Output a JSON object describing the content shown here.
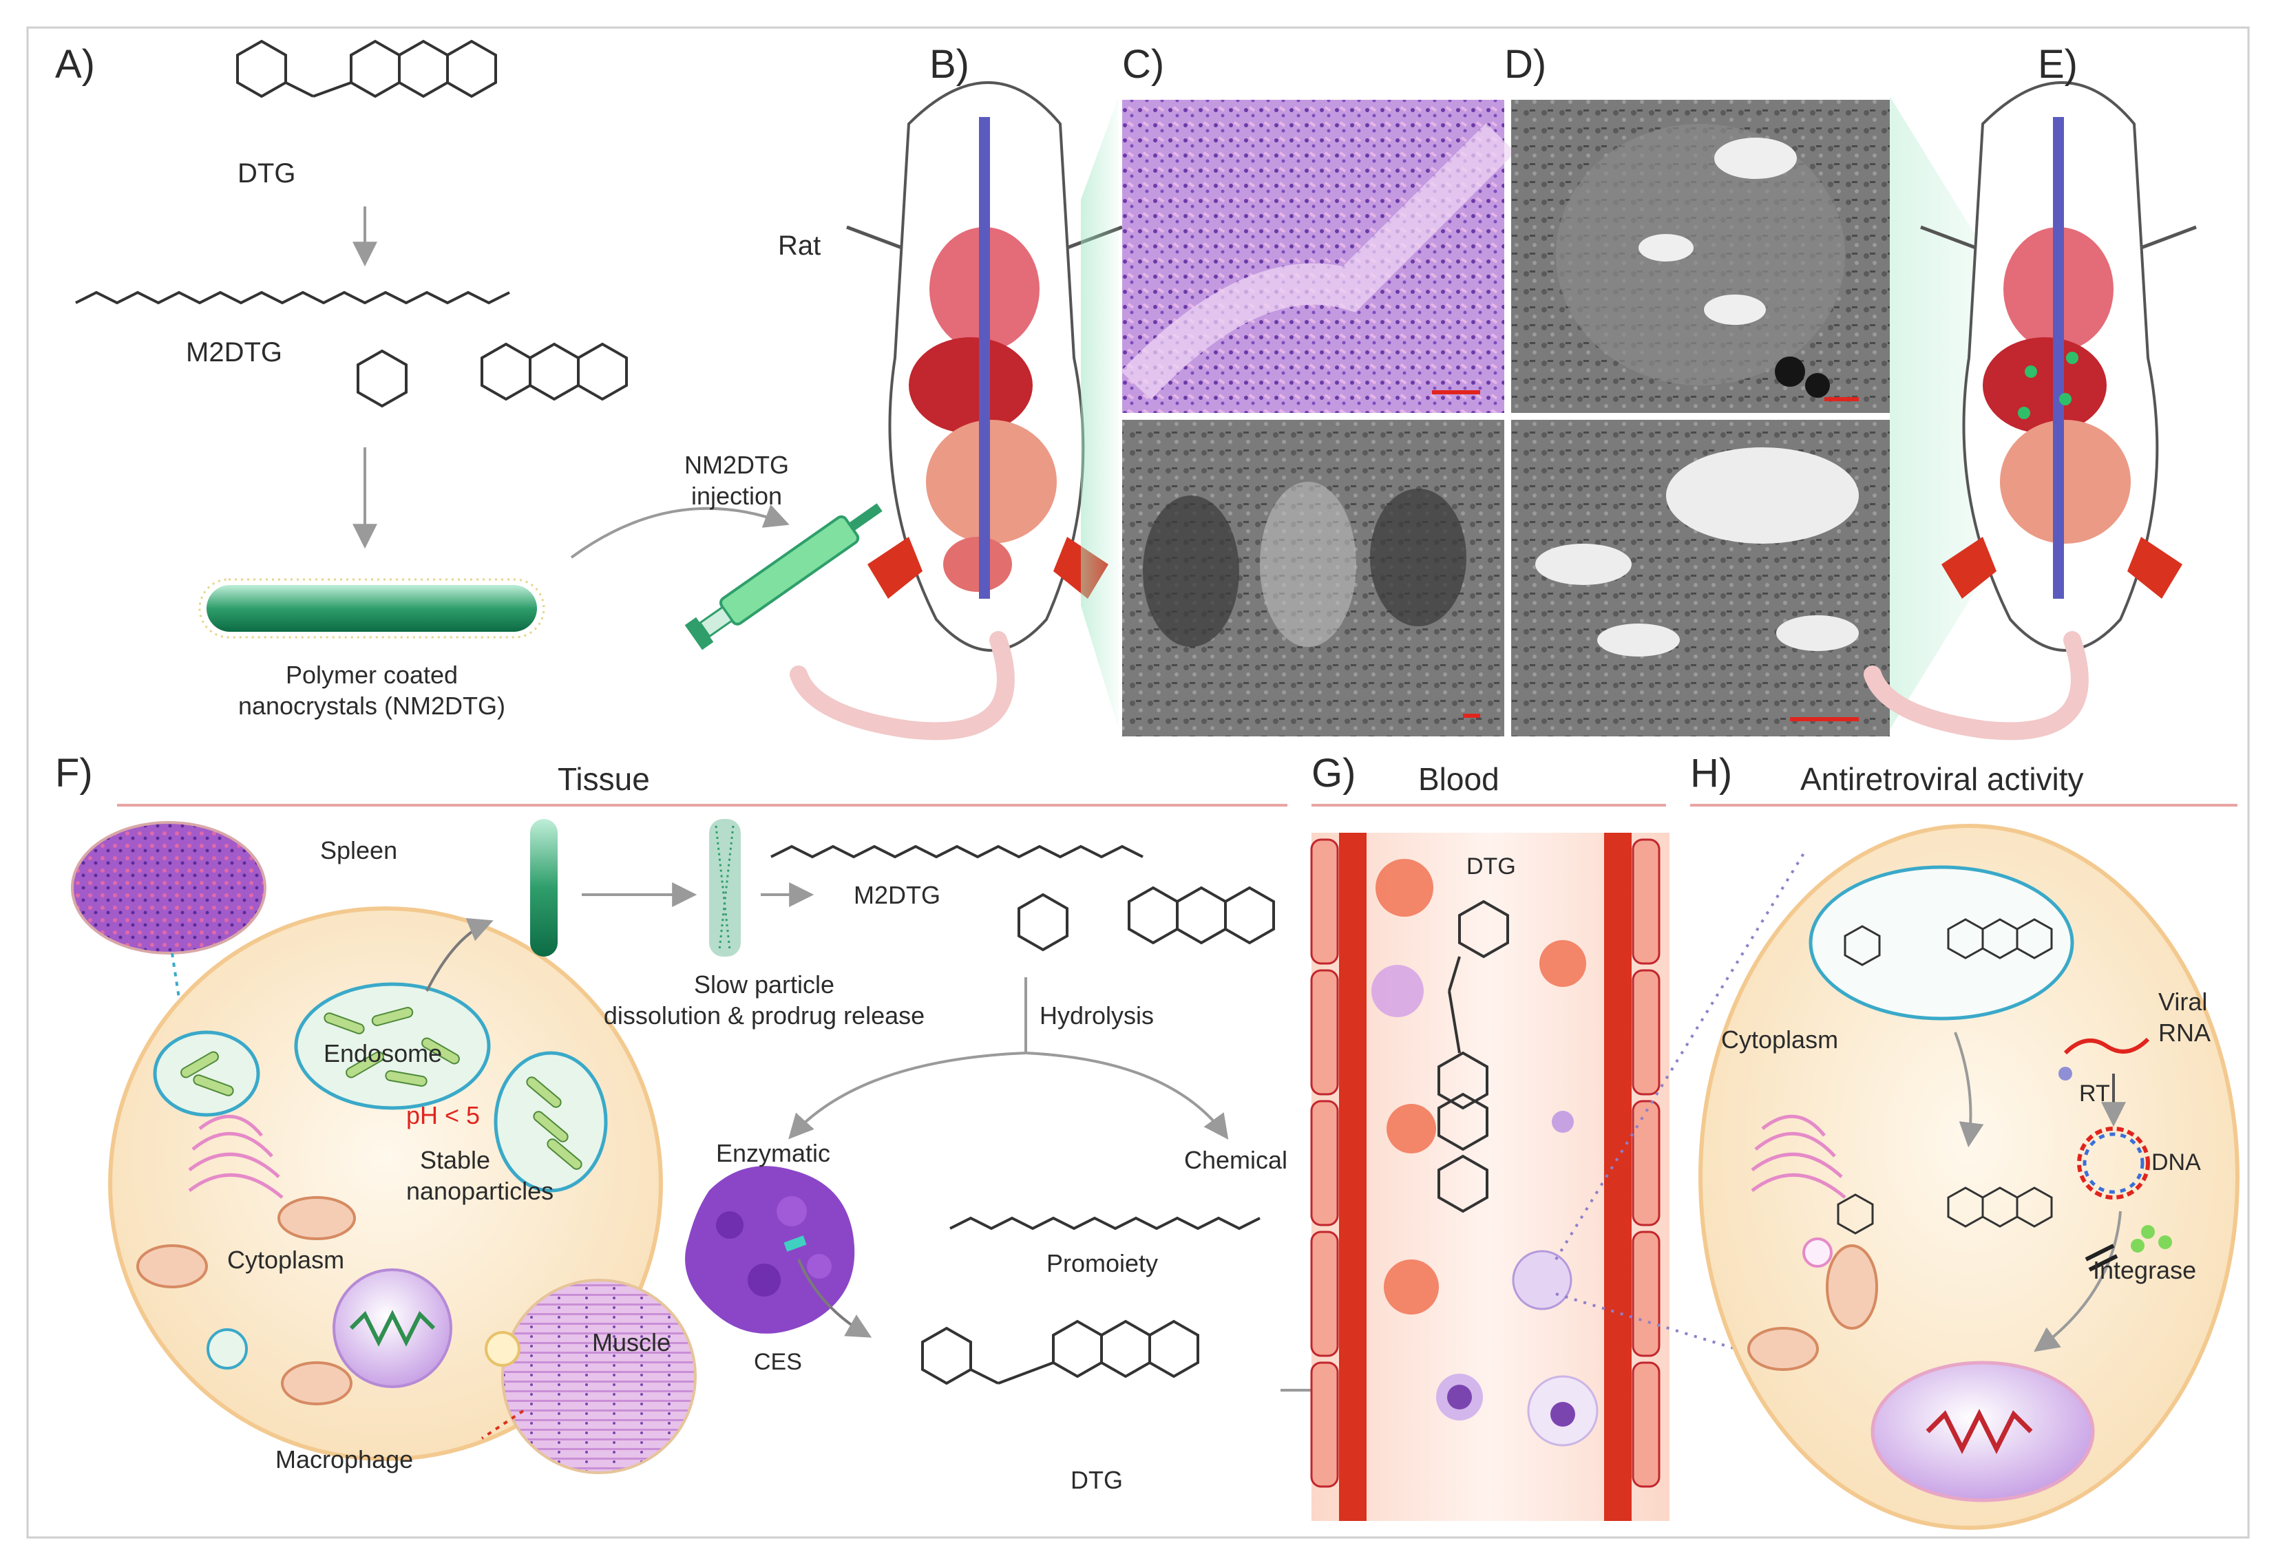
{
  "panels": {
    "a": "A)",
    "b": "B)",
    "c": "C)",
    "d": "D)",
    "e": "E)",
    "f": "F)",
    "g": "G)",
    "h": "H)"
  },
  "panel_a": {
    "dtg_label": "DTG",
    "m2dtg_label": "M2DTG",
    "nanocrystal_caption_line1": "Polymer coated",
    "nanocrystal_caption_line2": "nanocrystals (NM2DTG)"
  },
  "panel_b": {
    "rat_label": "Rat",
    "injection_line1": "NM2DTG",
    "injection_line2": "injection"
  },
  "headers": {
    "tissue": "Tissue",
    "blood": "Blood",
    "antiretroviral": "Antiretroviral activity"
  },
  "panel_f": {
    "spleen": "Spleen",
    "endosome": "Endosome",
    "ph": "pH < 5",
    "stable_line1": "Stable",
    "stable_line2": "nanoparticles",
    "cytoplasm": "Cytoplasm",
    "macrophage": "Macrophage",
    "muscle": "Muscle",
    "m2dtg": "M2DTG",
    "slow_line1": "Slow particle",
    "slow_line2": "dissolution & prodrug release",
    "hydrolysis": "Hydrolysis",
    "enzymatic": "Enzymatic",
    "chemical": "Chemical",
    "promoiety": "Promoiety",
    "ces": "CES",
    "dtg": "DTG"
  },
  "panel_g": {
    "dtg": "DTG"
  },
  "panel_h": {
    "cytoplasm": "Cytoplasm",
    "viral_line1": "Viral",
    "viral_line2": "RNA",
    "rt": "RT",
    "dna": "DNA",
    "integrase": "Integrase"
  },
  "colors": {
    "accent_green": "#2f9e6b",
    "header_rule": "#e9a4a4",
    "vessel_red": "#d9321f",
    "cell_fill": "#fbe8c9",
    "ph_red": "#e0251e",
    "purple_tissue": "#8a5bc4",
    "teal_outline": "#3aa9c9"
  },
  "icons": [
    "rat-anatomy-icon",
    "syringe-icon",
    "nanocrystal-rod-icon",
    "macrophage-cell-icon",
    "blood-vessel-icon",
    "ces-enzyme-icon",
    "dna-helix-icon"
  ]
}
